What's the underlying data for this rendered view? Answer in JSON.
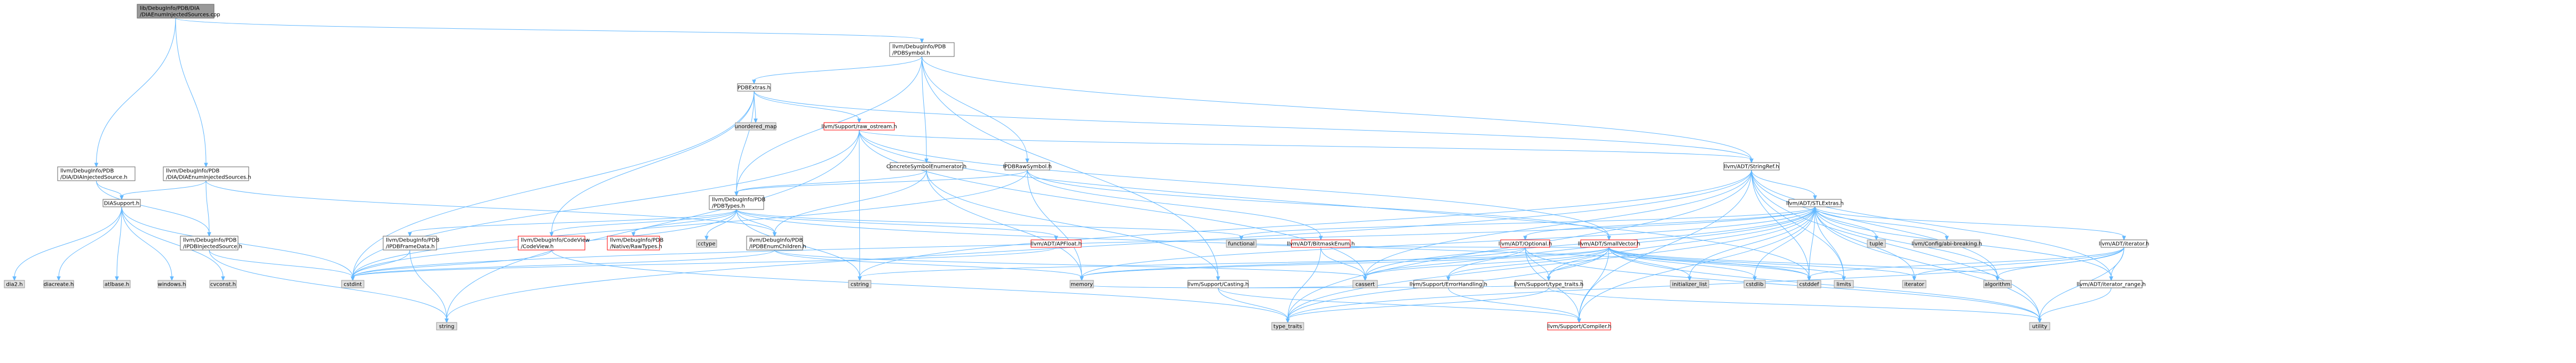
{
  "colors": {
    "root_fill": "#999999",
    "root_stroke": "#666666",
    "doc_fill": "#ffffff",
    "doc_stroke": "#666666",
    "sys_fill": "#e0e0e0",
    "sys_stroke": "#999999",
    "trunc_fill": "#ffffff",
    "trunc_stroke": "#ff0000",
    "edge": "#63b8ff"
  },
  "nodes": [
    {
      "id": "root",
      "kind": "root",
      "lines": [
        "lib/DebugInfo/PDB/DIA",
        "/DIAEnumInjectedSources.cpp"
      ]
    },
    {
      "id": "PDBSymbol",
      "kind": "doc",
      "lines": [
        "llvm/DebugInfo/PDB",
        "/PDBSymbol.h"
      ]
    },
    {
      "id": "DIAInjectedSource",
      "kind": "doc",
      "lines": [
        "llvm/DebugInfo/PDB",
        "/DIA/DIAInjectedSource.h"
      ]
    },
    {
      "id": "DIAEnumInjectedSources",
      "kind": "doc",
      "lines": [
        "llvm/DebugInfo/PDB",
        "/DIA/DIAEnumInjectedSources.h"
      ]
    },
    {
      "id": "PDBExtras",
      "kind": "doc",
      "lines": [
        "PDBExtras.h"
      ]
    },
    {
      "id": "unordered_map",
      "kind": "sys",
      "lines": [
        "unordered_map"
      ]
    },
    {
      "id": "raw_ostream",
      "kind": "trunc",
      "lines": [
        "llvm/Support/raw_ostream.h"
      ]
    },
    {
      "id": "ConcreteSymbolEnumerator",
      "kind": "doc",
      "lines": [
        "ConcreteSymbolEnumerator.h"
      ]
    },
    {
      "id": "IPDBRawSymbol",
      "kind": "doc",
      "lines": [
        "IPDBRawSymbol.h"
      ]
    },
    {
      "id": "StringRef",
      "kind": "doc",
      "lines": [
        "llvm/ADT/StringRef.h"
      ]
    },
    {
      "id": "STLExtras",
      "kind": "doc",
      "lines": [
        "llvm/ADT/STLExtras.h"
      ]
    },
    {
      "id": "PDBTypes",
      "kind": "doc",
      "lines": [
        "llvm/DebugInfo/PDB",
        "/PDBTypes.h"
      ]
    },
    {
      "id": "DIASupport",
      "kind": "doc",
      "lines": [
        "DIASupport.h"
      ]
    },
    {
      "id": "IPDBInjectedSource",
      "kind": "doc",
      "lines": [
        "llvm/DebugInfo/PDB",
        "/IPDBInjectedSource.h"
      ]
    },
    {
      "id": "IPDBFrameData",
      "kind": "doc",
      "lines": [
        "llvm/DebugInfo/PDB",
        "/IPDBFrameData.h"
      ]
    },
    {
      "id": "CodeView",
      "kind": "trunc",
      "lines": [
        "llvm/DebugInfo/CodeView",
        "/CodeView.h"
      ]
    },
    {
      "id": "NativeRawTypes",
      "kind": "trunc",
      "lines": [
        "llvm/DebugInfo/PDB",
        "/Native/RawTypes.h"
      ]
    },
    {
      "id": "cctype",
      "kind": "sys",
      "lines": [
        "cctype"
      ]
    },
    {
      "id": "IPDBEnumChildren",
      "kind": "doc",
      "lines": [
        "llvm/DebugInfo/PDB",
        "/IPDBEnumChildren.h"
      ]
    },
    {
      "id": "APFloat",
      "kind": "trunc",
      "lines": [
        "llvm/ADT/APFloat.h"
      ]
    },
    {
      "id": "functional",
      "kind": "sys",
      "lines": [
        "functional"
      ]
    },
    {
      "id": "Casting",
      "kind": "doc",
      "lines": [
        "llvm/Support/Casting.h"
      ]
    },
    {
      "id": "BitmaskEnum",
      "kind": "trunc",
      "lines": [
        "llvm/ADT/BitmaskEnum.h"
      ]
    },
    {
      "id": "Optional",
      "kind": "trunc",
      "lines": [
        "llvm/ADT/Optional.h"
      ]
    },
    {
      "id": "SmallVector",
      "kind": "trunc",
      "lines": [
        "llvm/ADT/SmallVector.h"
      ]
    },
    {
      "id": "tuple",
      "kind": "sys",
      "lines": [
        "tuple"
      ]
    },
    {
      "id": "abi_breaking",
      "kind": "sys",
      "lines": [
        "llvm/Config/abi-breaking.h"
      ]
    },
    {
      "id": "ADTiterator",
      "kind": "doc",
      "lines": [
        "llvm/ADT/iterator.h"
      ]
    },
    {
      "id": "dia2",
      "kind": "sys",
      "lines": [
        "dia2.h"
      ]
    },
    {
      "id": "diacreate",
      "kind": "sys",
      "lines": [
        "diacreate.h"
      ]
    },
    {
      "id": "atlbase",
      "kind": "sys",
      "lines": [
        "atlbase.h"
      ]
    },
    {
      "id": "windows",
      "kind": "sys",
      "lines": [
        "windows.h"
      ]
    },
    {
      "id": "cvconst",
      "kind": "sys",
      "lines": [
        "cvconst.h"
      ]
    },
    {
      "id": "cstdint",
      "kind": "sys",
      "lines": [
        "cstdint"
      ]
    },
    {
      "id": "string",
      "kind": "sys",
      "lines": [
        "string"
      ]
    },
    {
      "id": "cstring",
      "kind": "sys",
      "lines": [
        "cstring"
      ]
    },
    {
      "id": "memory",
      "kind": "sys",
      "lines": [
        "memory"
      ]
    },
    {
      "id": "cassert",
      "kind": "sys",
      "lines": [
        "cassert"
      ]
    },
    {
      "id": "ErrorHandling",
      "kind": "doc",
      "lines": [
        "llvm/Support/ErrorHandling.h"
      ]
    },
    {
      "id": "type_traitsH",
      "kind": "doc",
      "lines": [
        "llvm/Support/type_traits.h"
      ]
    },
    {
      "id": "type_traits",
      "kind": "sys",
      "lines": [
        "type_traits"
      ]
    },
    {
      "id": "Compiler",
      "kind": "trunc",
      "lines": [
        "llvm/Support/Compiler.h"
      ]
    },
    {
      "id": "initializer_list",
      "kind": "sys",
      "lines": [
        "initializer_list"
      ]
    },
    {
      "id": "cstdlib",
      "kind": "sys",
      "lines": [
        "cstdlib"
      ]
    },
    {
      "id": "cstddef",
      "kind": "sys",
      "lines": [
        "cstddef"
      ]
    },
    {
      "id": "limits",
      "kind": "sys",
      "lines": [
        "limits"
      ]
    },
    {
      "id": "iterator",
      "kind": "sys",
      "lines": [
        "iterator"
      ]
    },
    {
      "id": "algorithm",
      "kind": "sys",
      "lines": [
        "algorithm"
      ]
    },
    {
      "id": "iterator_range",
      "kind": "doc",
      "lines": [
        "llvm/ADT/iterator_range.h"
      ]
    },
    {
      "id": "utility",
      "kind": "sys",
      "lines": [
        "utility"
      ]
    }
  ],
  "edges": [
    [
      "root",
      "PDBSymbol"
    ],
    [
      "root",
      "DIAInjectedSource"
    ],
    [
      "root",
      "DIAEnumInjectedSources"
    ],
    [
      "PDBSymbol",
      "PDBExtras"
    ],
    [
      "PDBSymbol",
      "ConcreteSymbolEnumerator"
    ],
    [
      "PDBSymbol",
      "IPDBRawSymbol"
    ],
    [
      "PDBSymbol",
      "PDBTypes"
    ],
    [
      "PDBSymbol",
      "StringRef"
    ],
    [
      "PDBSymbol",
      "Casting"
    ],
    [
      "PDBExtras",
      "unordered_map"
    ],
    [
      "PDBExtras",
      "raw_ostream"
    ],
    [
      "PDBExtras",
      "PDBTypes"
    ],
    [
      "PDBExtras",
      "CodeView"
    ],
    [
      "PDBExtras",
      "cstdint"
    ],
    [
      "PDBExtras",
      "StringRef"
    ],
    [
      "raw_ostream",
      "StringRef"
    ],
    [
      "raw_ostream",
      "cstring"
    ],
    [
      "raw_ostream",
      "string"
    ],
    [
      "raw_ostream",
      "cassert"
    ],
    [
      "raw_ostream",
      "cstddef"
    ],
    [
      "raw_ostream",
      "cstdint"
    ],
    [
      "raw_ostream",
      "SmallVector"
    ],
    [
      "ConcreteSymbolEnumerator",
      "IPDBEnumChildren"
    ],
    [
      "ConcreteSymbolEnumerator",
      "PDBTypes"
    ],
    [
      "ConcreteSymbolEnumerator",
      "Casting"
    ],
    [
      "ConcreteSymbolEnumerator",
      "memory"
    ],
    [
      "IPDBRawSymbol",
      "PDBTypes"
    ],
    [
      "IPDBRawSymbol",
      "BitmaskEnum"
    ],
    [
      "IPDBRawSymbol",
      "SmallVector"
    ],
    [
      "IPDBRawSymbol",
      "memory"
    ],
    [
      "IPDBRawSymbol",
      "cstdint"
    ],
    [
      "StringRef",
      "STLExtras"
    ],
    [
      "StringRef",
      "iterator_range"
    ],
    [
      "StringRef",
      "Compiler"
    ],
    [
      "StringRef",
      "algorithm"
    ],
    [
      "StringRef",
      "cassert"
    ],
    [
      "StringRef",
      "cstddef"
    ],
    [
      "StringRef",
      "cstring"
    ],
    [
      "StringRef",
      "limits"
    ],
    [
      "StringRef",
      "string"
    ],
    [
      "StringRef",
      "type_traits"
    ],
    [
      "StringRef",
      "utility"
    ],
    [
      "STLExtras",
      "abi_breaking"
    ],
    [
      "STLExtras",
      "Optional"
    ],
    [
      "STLExtras",
      "ADTiterator"
    ],
    [
      "STLExtras",
      "iterator_range"
    ],
    [
      "STLExtras",
      "Compiler"
    ],
    [
      "STLExtras",
      "ErrorHandling"
    ],
    [
      "STLExtras",
      "type_traitsH"
    ],
    [
      "STLExtras",
      "algorithm"
    ],
    [
      "STLExtras",
      "cassert"
    ],
    [
      "STLExtras",
      "cstddef"
    ],
    [
      "STLExtras",
      "cstdint"
    ],
    [
      "STLExtras",
      "cstdlib"
    ],
    [
      "STLExtras",
      "functional"
    ],
    [
      "STLExtras",
      "initializer_list"
    ],
    [
      "STLExtras",
      "iterator"
    ],
    [
      "STLExtras",
      "limits"
    ],
    [
      "STLExtras",
      "memory"
    ],
    [
      "STLExtras",
      "tuple"
    ],
    [
      "STLExtras",
      "type_traits"
    ],
    [
      "STLExtras",
      "utility"
    ],
    [
      "PDBTypes",
      "IPDBEnumChildren"
    ],
    [
      "PDBTypes",
      "IPDBFrameData"
    ],
    [
      "PDBTypes",
      "CodeView"
    ],
    [
      "PDBTypes",
      "NativeRawTypes"
    ],
    [
      "PDBTypes",
      "APFloat"
    ],
    [
      "PDBTypes",
      "cctype"
    ],
    [
      "PDBTypes",
      "cstddef"
    ],
    [
      "PDBTypes",
      "cstdint"
    ],
    [
      "PDBTypes",
      "cstring"
    ],
    [
      "PDBTypes",
      "functional"
    ],
    [
      "DIAInjectedSource",
      "DIASupport"
    ],
    [
      "DIAInjectedSource",
      "IPDBInjectedSource"
    ],
    [
      "DIAEnumInjectedSources",
      "DIASupport"
    ],
    [
      "DIAEnumInjectedSources",
      "IPDBEnumChildren"
    ],
    [
      "DIAEnumInjectedSources",
      "IPDBInjectedSource"
    ],
    [
      "DIASupport",
      "dia2"
    ],
    [
      "DIASupport",
      "diacreate"
    ],
    [
      "DIASupport",
      "atlbase"
    ],
    [
      "DIASupport",
      "windows"
    ],
    [
      "DIASupport",
      "cvconst"
    ],
    [
      "DIASupport",
      "cstdint"
    ],
    [
      "IPDBInjectedSource",
      "cstdint"
    ],
    [
      "IPDBInjectedSource",
      "string"
    ],
    [
      "IPDBFrameData",
      "cstdint"
    ],
    [
      "IPDBFrameData",
      "string"
    ],
    [
      "IPDBEnumChildren",
      "cassert"
    ],
    [
      "IPDBEnumChildren",
      "cstdint"
    ],
    [
      "IPDBEnumChildren",
      "memory"
    ],
    [
      "Casting",
      "Compiler"
    ],
    [
      "Casting",
      "type_traitsH"
    ],
    [
      "Casting",
      "cassert"
    ],
    [
      "Casting",
      "memory"
    ],
    [
      "Casting",
      "type_traits"
    ],
    [
      "Optional",
      "Compiler"
    ],
    [
      "Optional",
      "type_traitsH"
    ],
    [
      "Optional",
      "cassert"
    ],
    [
      "Optional",
      "memory"
    ],
    [
      "Optional",
      "new"
    ],
    [
      "Optional",
      "utility"
    ],
    [
      "SmallVector",
      "Compiler"
    ],
    [
      "SmallVector",
      "ErrorHandling"
    ],
    [
      "SmallVector",
      "type_traitsH"
    ],
    [
      "SmallVector",
      "algorithm"
    ],
    [
      "SmallVector",
      "cassert"
    ],
    [
      "SmallVector",
      "cstddef"
    ],
    [
      "SmallVector",
      "cstdlib"
    ],
    [
      "SmallVector",
      "cstring"
    ],
    [
      "SmallVector",
      "functional"
    ],
    [
      "SmallVector",
      "initializer_list"
    ],
    [
      "SmallVector",
      "iterator"
    ],
    [
      "SmallVector",
      "limits"
    ],
    [
      "SmallVector",
      "memory"
    ],
    [
      "SmallVector",
      "new"
    ],
    [
      "SmallVector",
      "type_traits"
    ],
    [
      "SmallVector",
      "utility"
    ],
    [
      "ADTiterator",
      "iterator_range"
    ],
    [
      "ADTiterator",
      "algorithm"
    ],
    [
      "ADTiterator",
      "cstddef"
    ],
    [
      "ADTiterator",
      "iterator"
    ],
    [
      "ADTiterator",
      "type_traits"
    ],
    [
      "ADTiterator",
      "utility"
    ],
    [
      "iterator_range",
      "utility"
    ],
    [
      "ErrorHandling",
      "Compiler"
    ],
    [
      "type_traitsH",
      "type_traits"
    ],
    [
      "type_traitsH",
      "utility"
    ],
    [
      "APFloat",
      "cstdint"
    ],
    [
      "BitmaskEnum",
      "cassert"
    ],
    [
      "BitmaskEnum",
      "type_traits"
    ],
    [
      "CodeView",
      "cstdint"
    ],
    [
      "CodeView",
      "type_traits"
    ]
  ]
}
